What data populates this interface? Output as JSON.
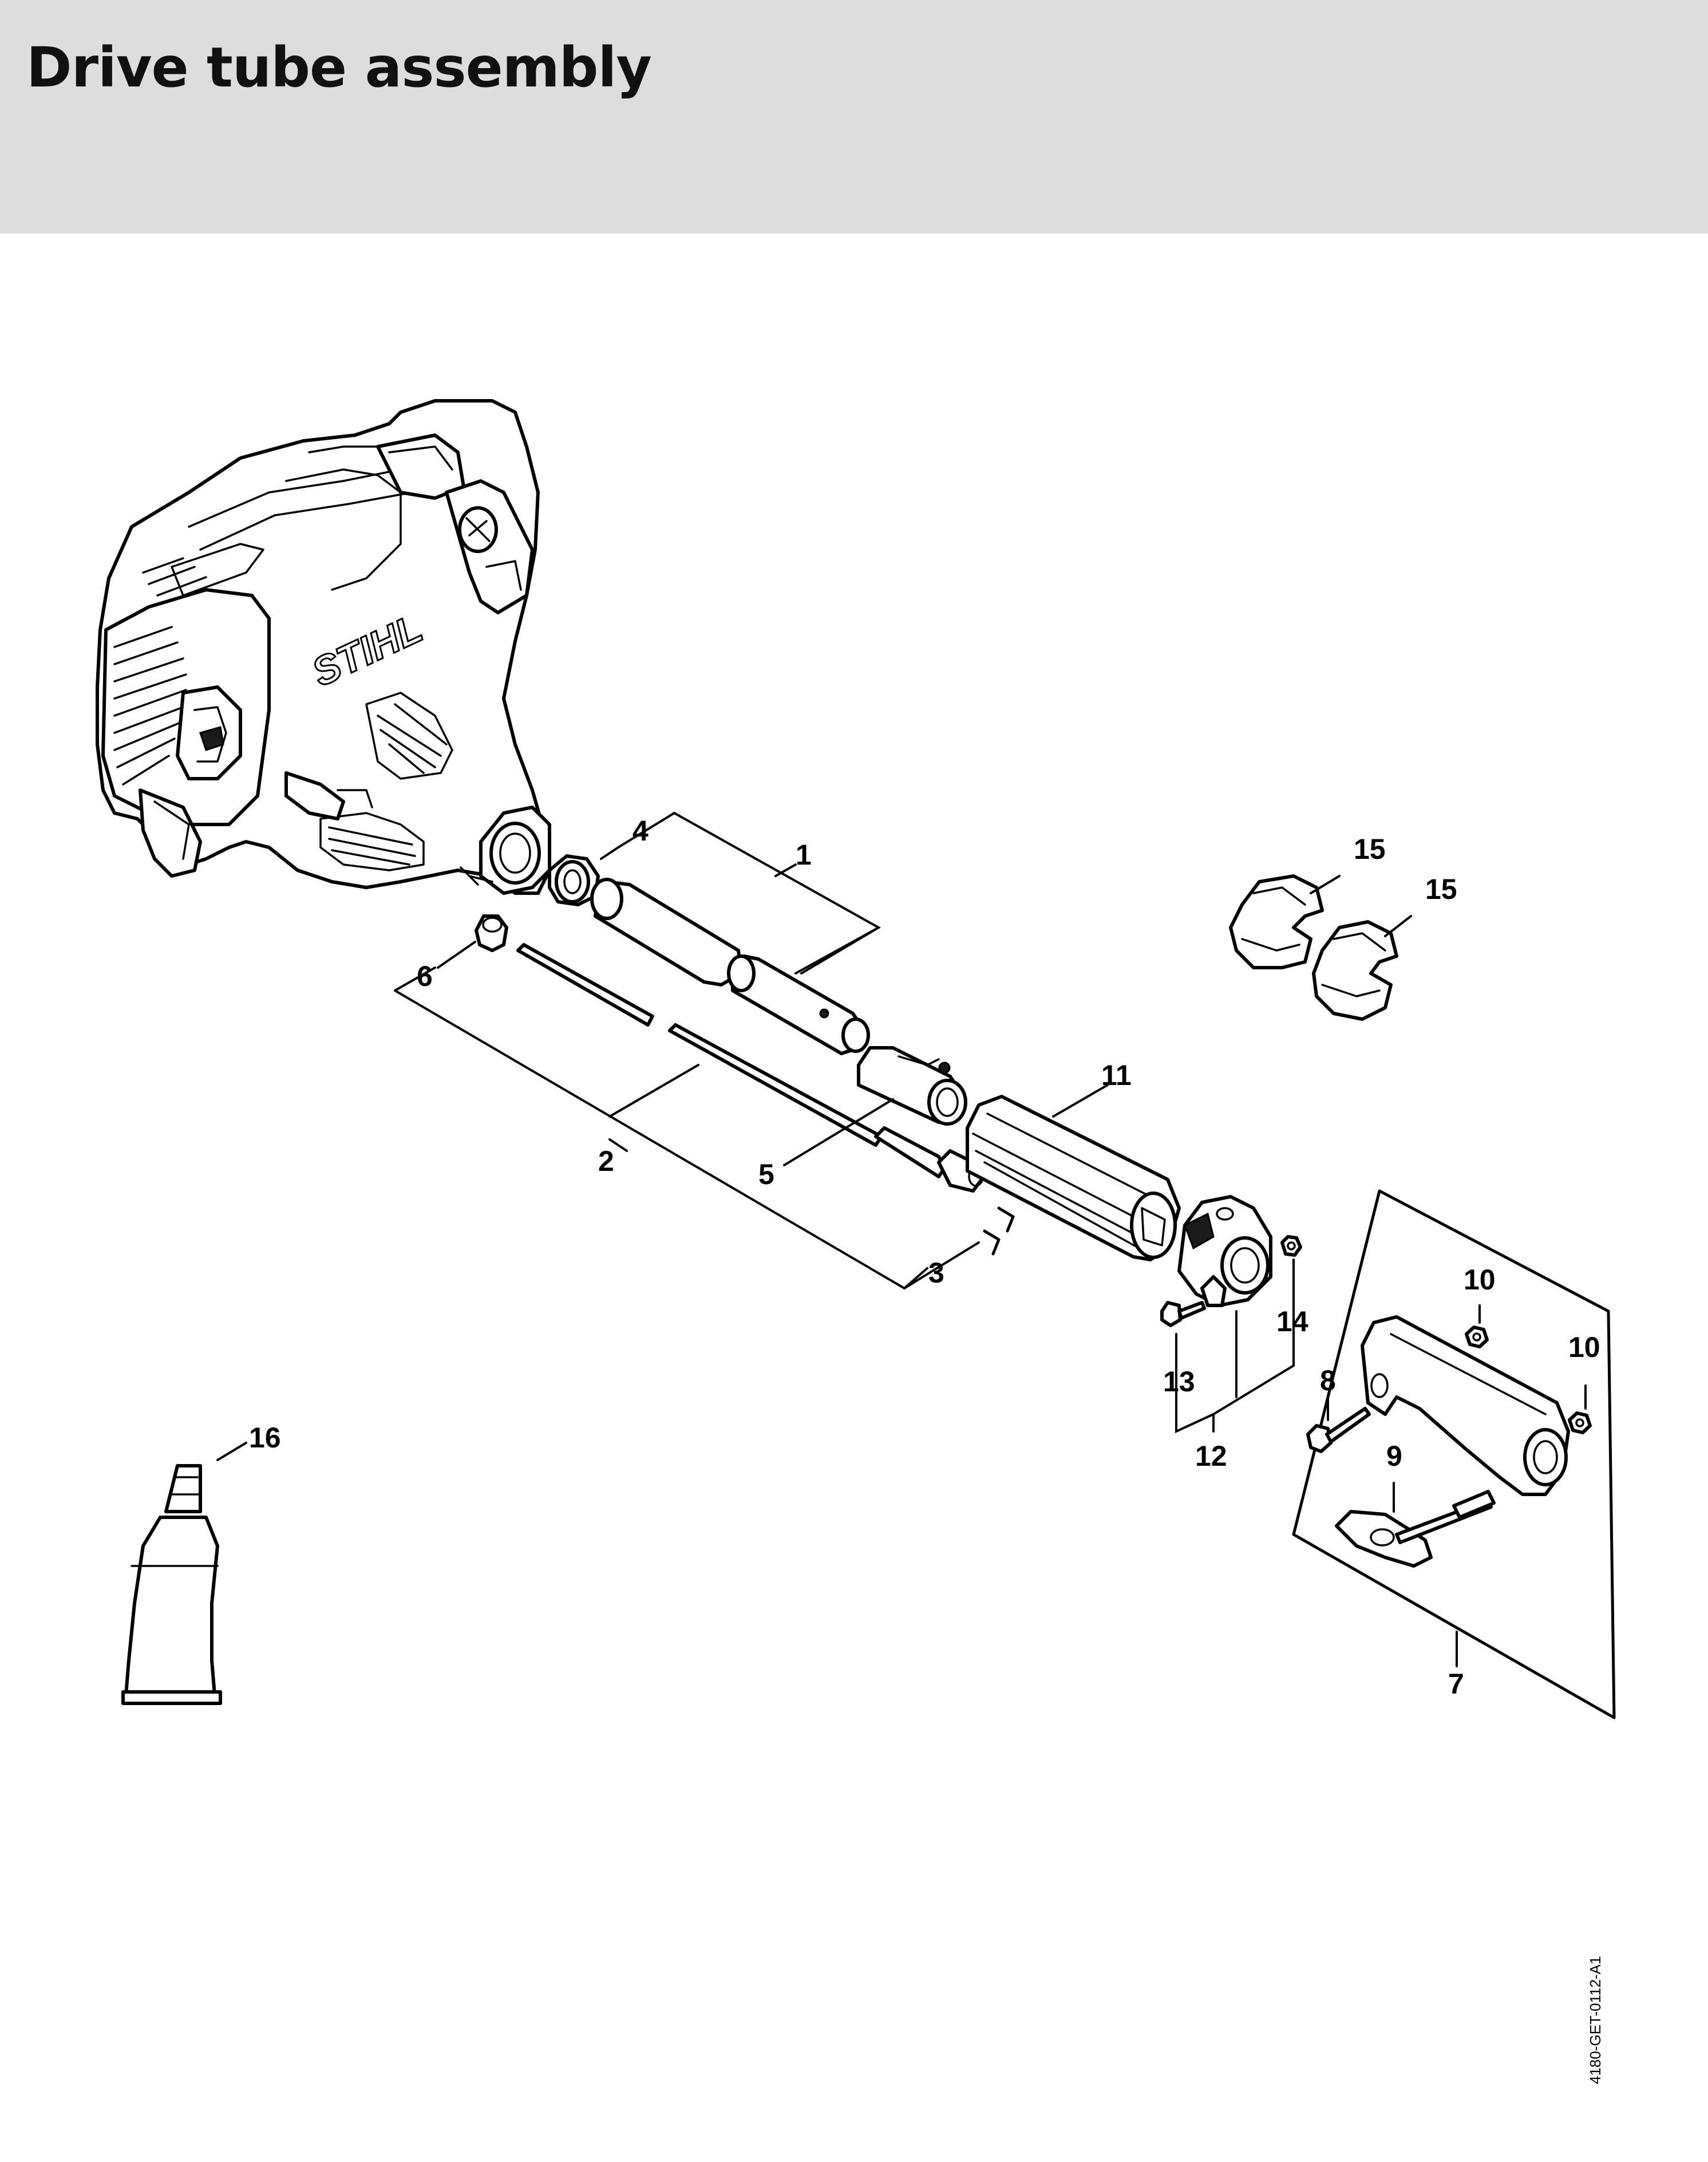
{
  "header": {
    "title": "Drive tube assembly",
    "background": "#dcdddc"
  },
  "diagram": {
    "brand_logo_text": "STIHL",
    "callouts": [
      "1",
      "2",
      "3",
      "4",
      "5",
      "6",
      "7",
      "8",
      "9",
      "10",
      "10",
      "11",
      "12",
      "13",
      "14",
      "15",
      "15",
      "16"
    ],
    "document_code": "4180-GET-0112-A1"
  }
}
